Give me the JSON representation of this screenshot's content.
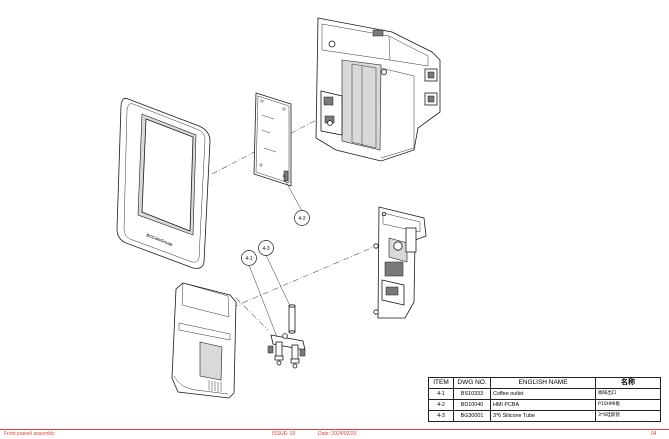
{
  "balloons": {
    "b1": "4-1",
    "b2": "4-2",
    "b3": "4-3"
  },
  "logo_text": "BCCafeGroup",
  "bom": {
    "headers": {
      "item": "ITEM",
      "dwg": "DWG NO.",
      "english": "ENGLISH NAME",
      "chinese": "名称"
    },
    "rows": [
      {
        "item": "4-1",
        "dwg": "BS10333",
        "english": "Coffee outlet",
        "chinese": "咖啡出口"
      },
      {
        "item": "4-2",
        "dwg": "BD10040",
        "english": "HMI PCBA",
        "chinese": "P10HMI板"
      },
      {
        "item": "4-3",
        "dwg": "BG30001",
        "english": "3*6 Silicone Tube",
        "chinese": "3*6硅胶管"
      }
    ]
  },
  "footer": {
    "title": "Front pannel assembly",
    "issue": "ISSUE: 03",
    "date": "Date: 2024/02/20",
    "page": "04"
  },
  "colors": {
    "footer_accent": "#e0403a",
    "line": "#1a1a1a"
  }
}
